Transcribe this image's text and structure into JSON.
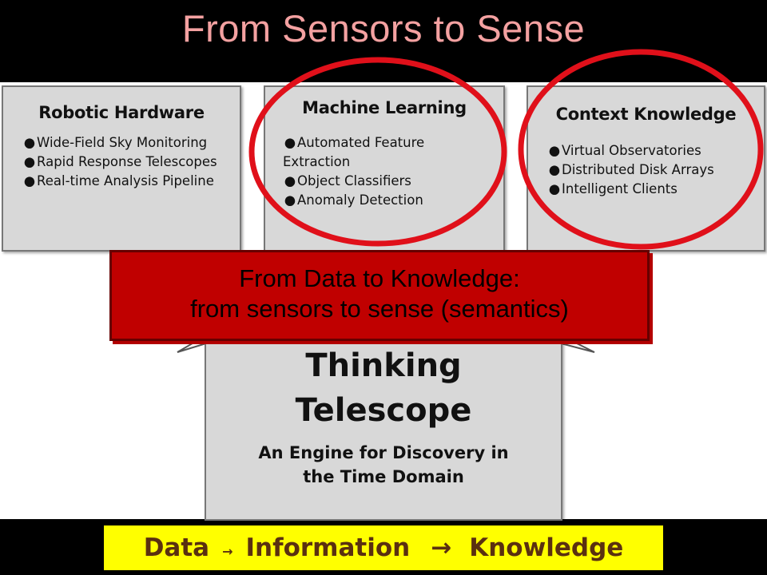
{
  "slide": {
    "title": "From Sensors to Sense"
  },
  "boxes": {
    "robotic_hardware": {
      "title": "Robotic Hardware",
      "items": [
        "Wide-Field Sky Monitoring",
        "Rapid Response Telescopes",
        "Real-time Analysis Pipeline"
      ]
    },
    "machine_learning": {
      "title": "Machine Learning",
      "items": [
        "Automated Feature Extraction",
        "Object Classifiers",
        "Anomaly Detection"
      ]
    },
    "context_knowledge": {
      "title": "Context Knowledge",
      "items": [
        "Virtual Observatories",
        "Distributed Disk Arrays",
        "Intelligent Clients"
      ]
    },
    "thinking_telescope": {
      "line1": "Thinking",
      "line2": "Telescope",
      "sub1": "An Engine for Discovery in",
      "sub2": "the Time Domain"
    }
  },
  "banner": {
    "line1": "From Data to Knowledge:",
    "line2": "from sensors to sense (semantics)"
  },
  "footer": {
    "data": "Data",
    "arrow1": "→",
    "information": "Information",
    "arrow2": "→",
    "knowledge": "Knowledge"
  },
  "colors": {
    "title": "#f4a1a1",
    "banner": "#c00000",
    "circle": "#e0101a",
    "footer_bg": "#ffff00",
    "footer_text": "#5a3010",
    "box": "#d8d8d8"
  }
}
